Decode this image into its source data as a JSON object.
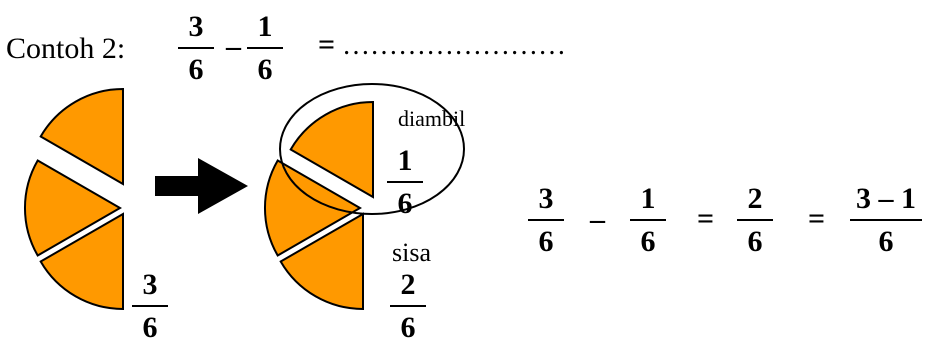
{
  "title": {
    "label": "Contoh 2:",
    "first_fraction": {
      "numerator": "3",
      "denominator": "6"
    },
    "minus": "–",
    "second_fraction": {
      "numerator": "1",
      "denominator": "6"
    },
    "equals": "=",
    "answer_blank": "……………………"
  },
  "left_figure": {
    "fraction": {
      "numerator": "3",
      "denominator": "6"
    }
  },
  "right_figure": {
    "taken_label": "diambil",
    "taken_fraction": {
      "numerator": "1",
      "denominator": "6"
    },
    "remaining_label": "sisa",
    "remaining_fraction": {
      "numerator": "2",
      "denominator": "6"
    }
  },
  "equation": {
    "a": {
      "numerator": "3",
      "denominator": "6"
    },
    "minus": "–",
    "b": {
      "numerator": "1",
      "denominator": "6"
    },
    "equals1": "=",
    "c": {
      "numerator": "2",
      "denominator": "6"
    },
    "equals2": "=",
    "d": {
      "numerator": "3 – 1",
      "denominator": "6"
    }
  },
  "colors": {
    "slice_fill": "#FF9900",
    "outline": "#000000"
  }
}
